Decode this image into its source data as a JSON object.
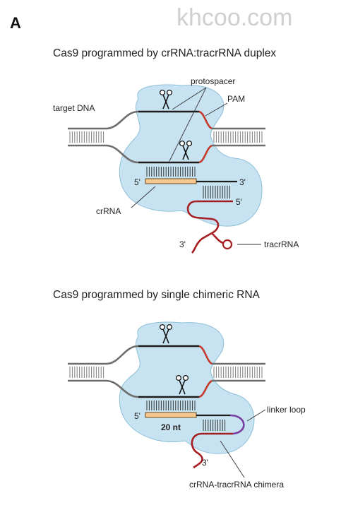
{
  "panel_letter": "A",
  "watermark": "khcoo.com",
  "top_panel": {
    "title": "Cas9 programmed by crRNA:tracrRNA duplex",
    "labels": {
      "target_dna": "target DNA",
      "protospacer": "protospacer",
      "pam": "PAM",
      "five_prime_spacer": "5'",
      "three_prime_crrna": "3'",
      "five_prime_tracr": "5'",
      "crrna": "crRNA",
      "three_prime_tracr": "3'",
      "tracrrna": "tracrRNA"
    }
  },
  "bottom_panel": {
    "title": "Cas9 programmed by single chimeric RNA",
    "labels": {
      "five_prime": "5'",
      "twenty_nt": "20 nt",
      "linker_loop": "linker loop",
      "three_prime": "3'",
      "chimera": "crRNA-tracrRNA chimera"
    }
  },
  "colors": {
    "cas9_fill": "#c7e3f1",
    "dna_flank": "#6d6d6d",
    "dna_target": "#1c1c1c",
    "pam": "#c43a2a",
    "tracrrna": "#a61e22",
    "spacer": "#f6c890",
    "linker": "#7a3ca0"
  }
}
